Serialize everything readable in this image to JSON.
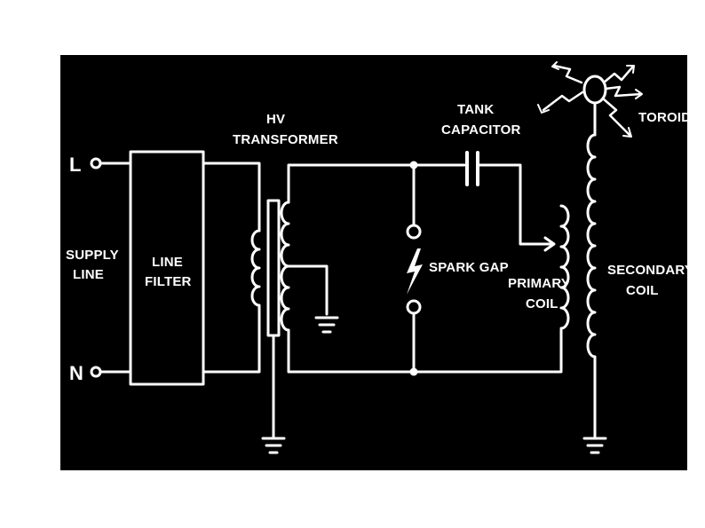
{
  "labels": {
    "live": "L",
    "neutral": "N",
    "supply_line_1": "SUPPLY",
    "supply_line_2": "LINE",
    "line_filter_1": "LINE",
    "line_filter_2": "FILTER",
    "hv_transformer_1": "HV",
    "hv_transformer_2": "TRANSFORMER",
    "tank_capacitor_1": "TANK",
    "tank_capacitor_2": "CAPACITOR",
    "spark_gap": "SPARK GAP",
    "primary_coil_1": "PRIMARY",
    "primary_coil_2": "COIL",
    "secondary_coil_1": "SECONDARY",
    "secondary_coil_2": "COIL",
    "toroid": "TOROID"
  },
  "colors": {
    "background": "#000000",
    "lines": "#ffffff",
    "page": "#ffffff"
  }
}
